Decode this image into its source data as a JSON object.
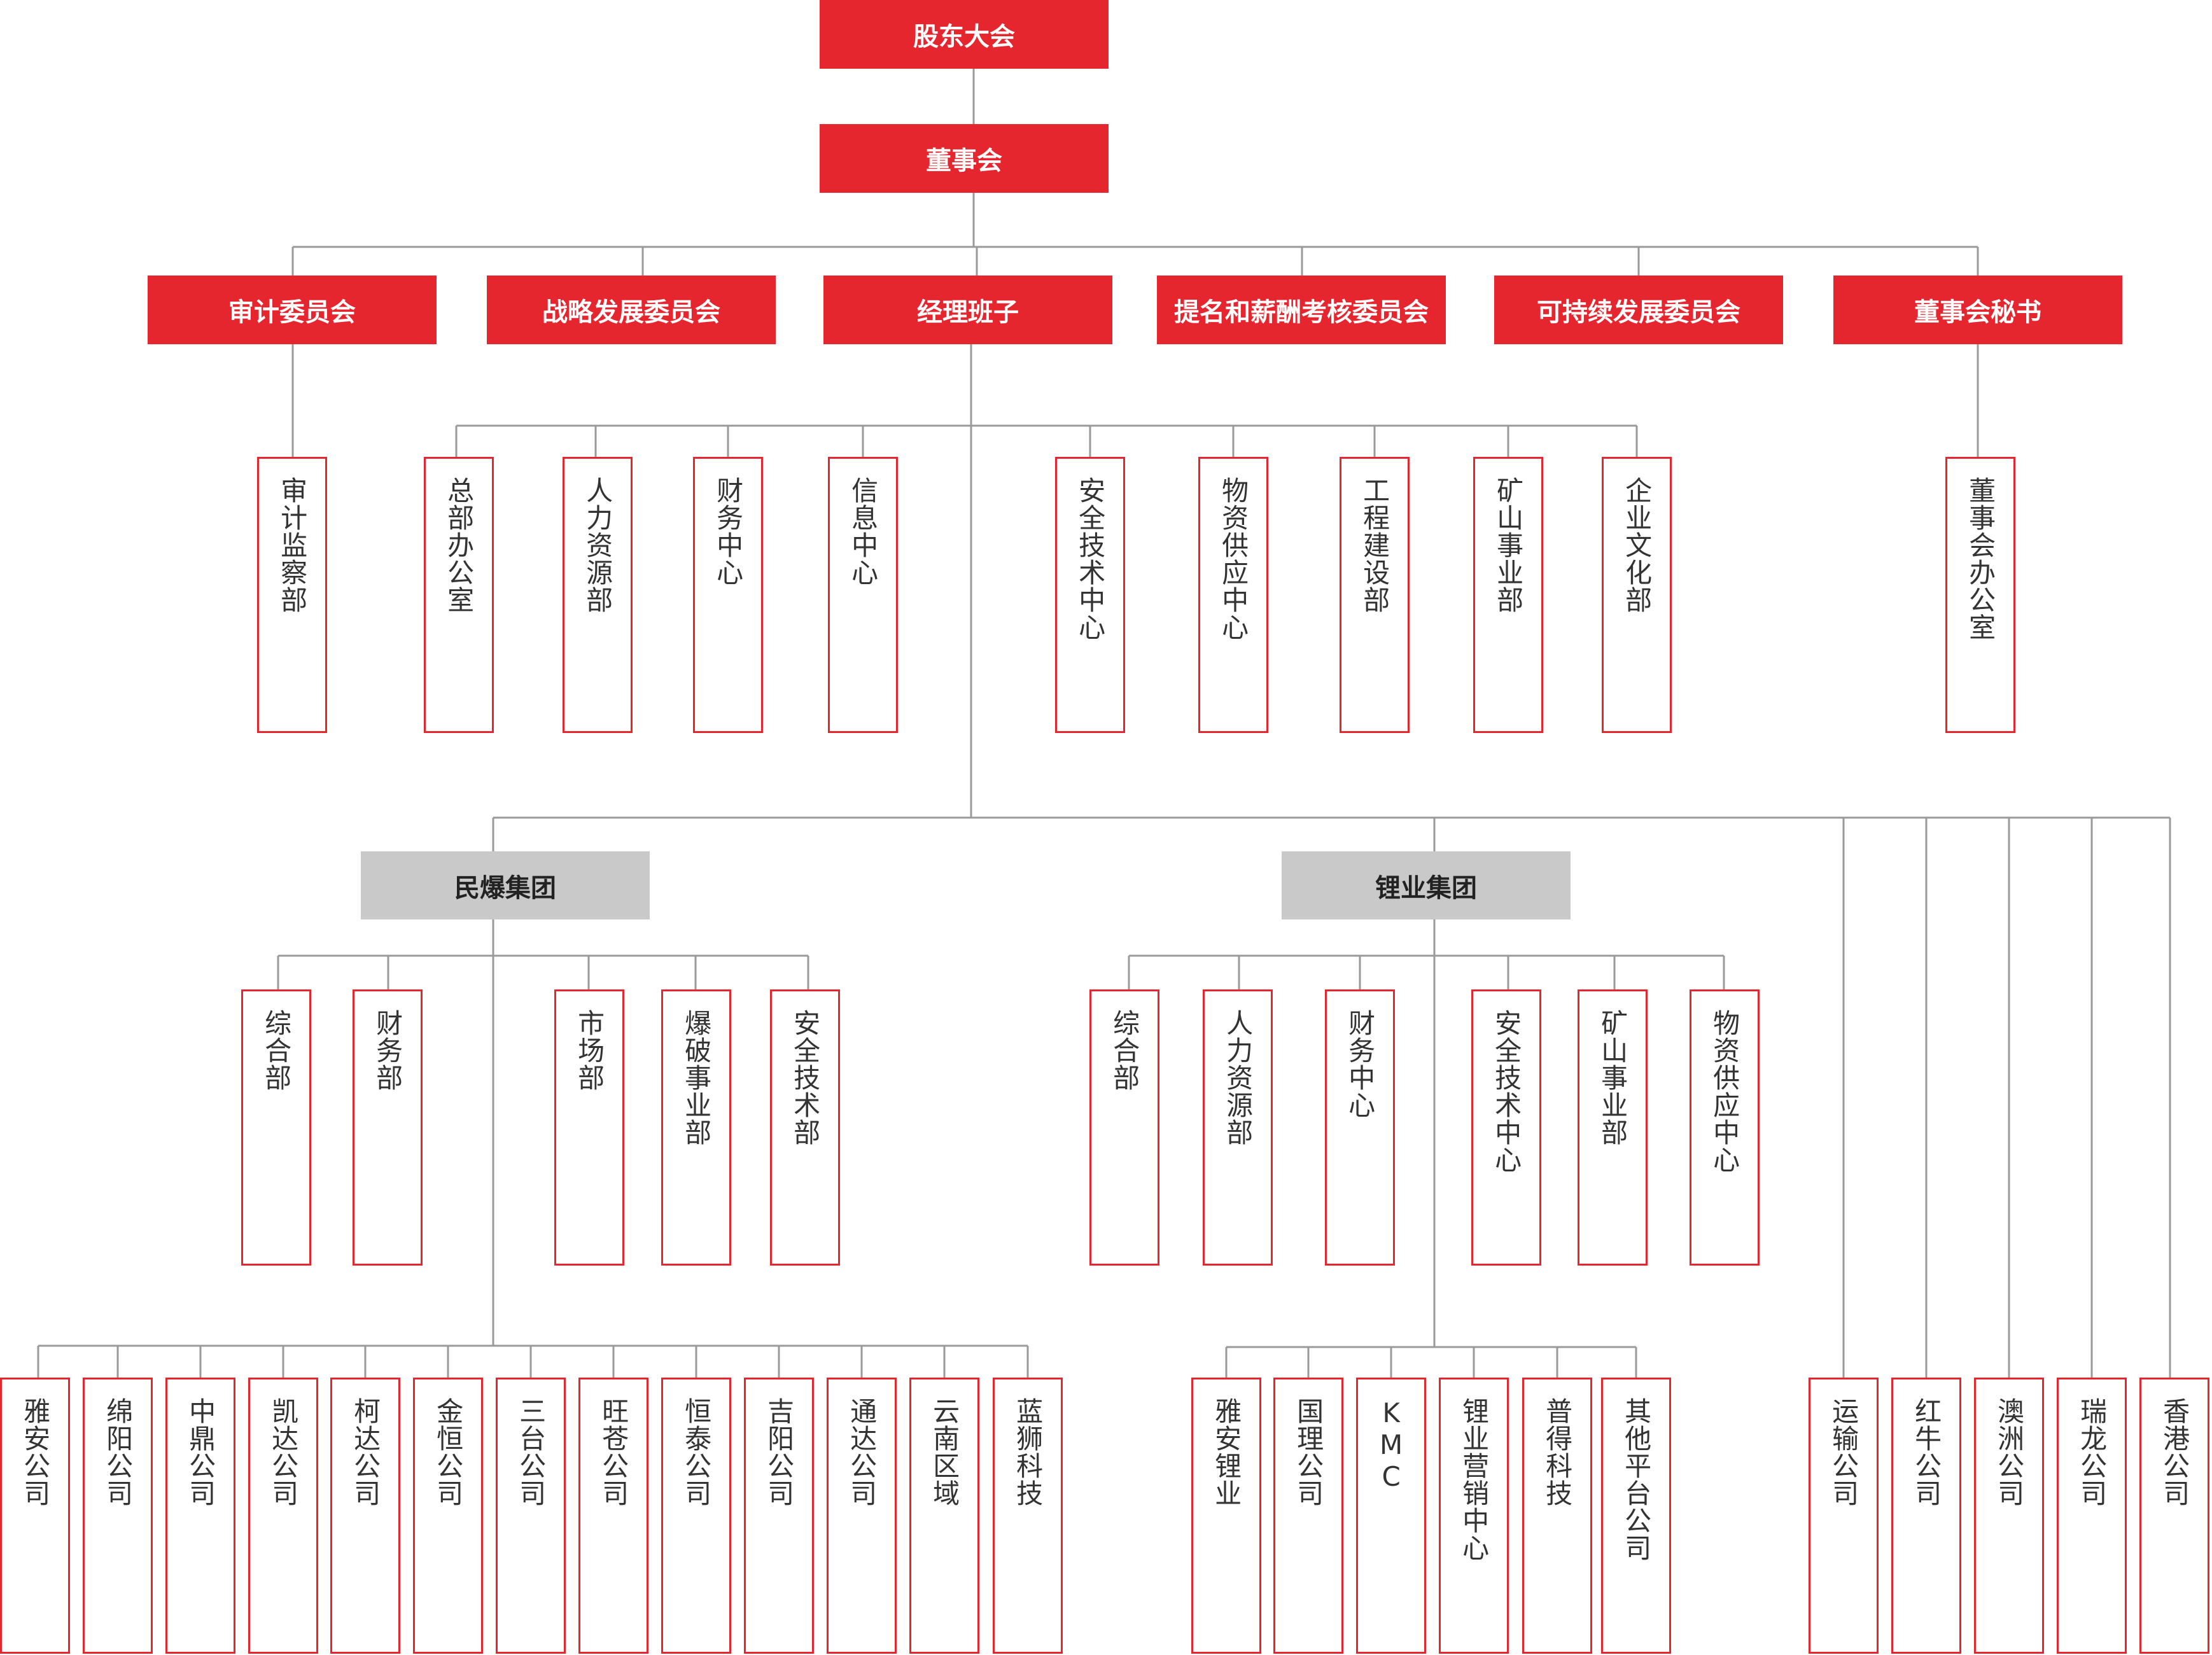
{
  "colors": {
    "accent_red": "#e5262f",
    "group_grey": "#c9c9c9",
    "connector": "#9a9a9a",
    "text_dark": "#333333"
  },
  "top": {
    "shareholders": "股东大会",
    "board": "董事会"
  },
  "committees": {
    "audit": "审计委员会",
    "strategy": "战略发展委员会",
    "management": "经理班子",
    "nomination": "提名和薪酬考核委员会",
    "sustainability": "可持续发展委员会",
    "secretary": "董事会秘书"
  },
  "hq_departments": {
    "audit_dept": "审计监察部",
    "general_office": "总部办公室",
    "hr": "人力资源部",
    "finance": "财务中心",
    "info": "信息中心",
    "safety": "安全技术中心",
    "supply": "物资供应中心",
    "engineering": "工程建设部",
    "mining": "矿山事业部",
    "culture": "企业文化部",
    "board_office": "董事会办公室"
  },
  "groups": {
    "explosives": "民爆集团",
    "lithium": "锂业集团"
  },
  "explosives_departments": {
    "general": "综合部",
    "finance": "财务部",
    "market": "市场部",
    "blasting": "爆破事业部",
    "safety": "安全技术部"
  },
  "lithium_departments": {
    "general": "综合部",
    "hr": "人力资源部",
    "finance": "财务中心",
    "safety": "安全技术中心",
    "mining": "矿山事业部",
    "supply": "物资供应中心"
  },
  "explosives_companies": {
    "yaan": "雅安公司",
    "mianyang": "绵阳公司",
    "zhongding": "中鼎公司",
    "kaida": "凯达公司",
    "keda": "柯达公司",
    "jinheng": "金恒公司",
    "santai": "三台公司",
    "wangcang": "旺苍公司",
    "hengtai": "恒泰公司",
    "jiyang": "吉阳公司",
    "tongda": "通达公司",
    "yunnan": "云南区域",
    "lanshi": "蓝狮科技"
  },
  "lithium_companies": {
    "yaan_li": "雅安锂业",
    "guoli": "国理公司",
    "kmc": "KMC",
    "sales": "锂业营销中心",
    "pude": "普得科技",
    "other": "其他平台公司"
  },
  "other_companies": {
    "transport": "运输公司",
    "hongniu": "红牛公司",
    "australia": "澳洲公司",
    "ruilong": "瑞龙公司",
    "hongkong": "香港公司"
  }
}
